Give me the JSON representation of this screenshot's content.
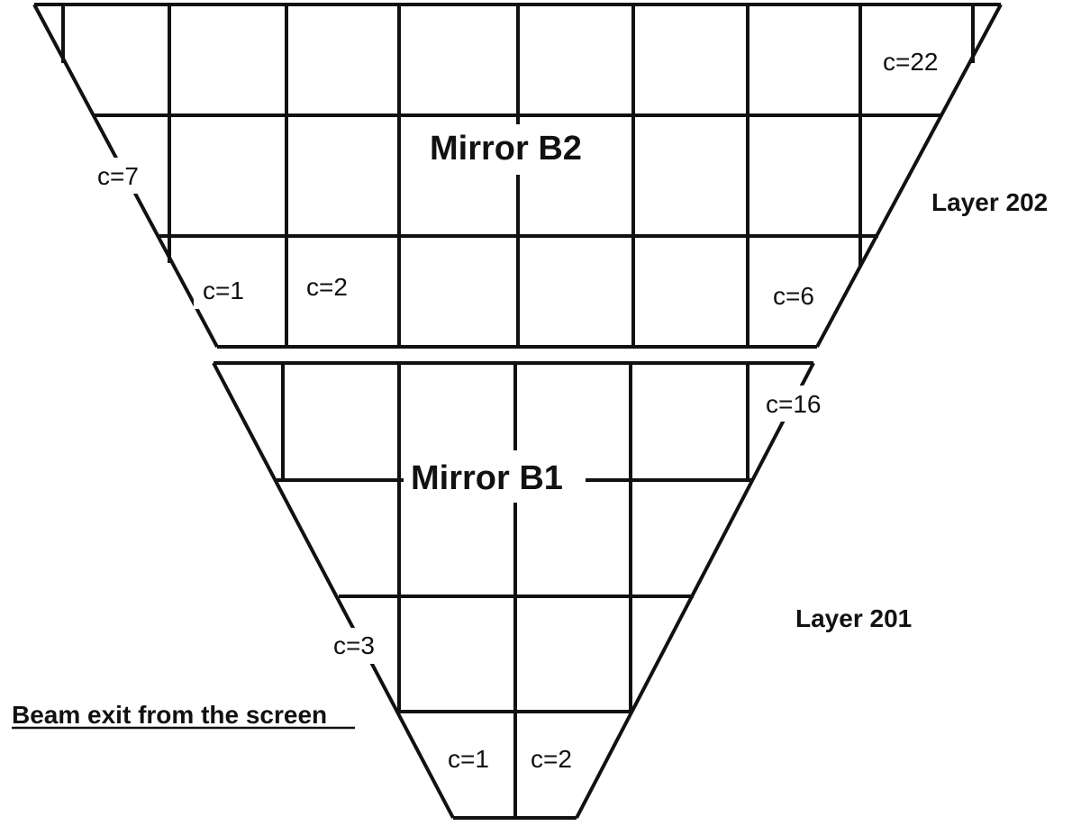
{
  "mirror_b2": {
    "title": "Mirror B2",
    "layer_label": "Layer 202",
    "cell_labels": {
      "c22": "c=22",
      "c7": "c=7",
      "c1": "c=1",
      "c2": "c=2",
      "c6": "c=6"
    }
  },
  "mirror_b1": {
    "title": "Mirror B1",
    "layer_label": "Layer 201",
    "cell_labels": {
      "c16": "c=16",
      "c3": "c=3",
      "c1": "c=1",
      "c2": "c=2"
    }
  },
  "caption": "Beam exit from the screen",
  "colors": {
    "line": "#111111",
    "background": "#ffffff"
  }
}
